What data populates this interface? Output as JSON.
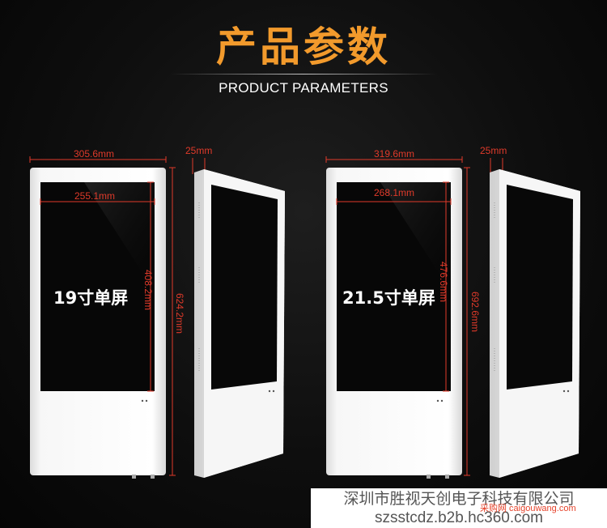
{
  "header": {
    "title": "产品参数",
    "subtitle": "PRODUCT PARAMETERS"
  },
  "products": [
    {
      "label": "19寸单屏",
      "width": "305.6mm",
      "depth": "25mm",
      "screen_width": "255.1mm",
      "screen_height": "408.2mm",
      "height": "624.2mm"
    },
    {
      "label": "21.5寸单屏",
      "width": "319.6mm",
      "depth": "25mm",
      "screen_width": "268.1mm",
      "screen_height": "476.6mm",
      "height": "692.6mm"
    }
  ],
  "footer": {
    "company": "深圳市胜视天创电子科技有限公司",
    "website": "szsstcdz.b2b.hc360.com",
    "watermark": "采购网 caigouwang.com"
  },
  "colors": {
    "accent": "#f29a2c",
    "dimension": "#e03a2a",
    "background": "#111111",
    "device_body": "#f4f4f4",
    "screen": "#0a0a0a"
  }
}
